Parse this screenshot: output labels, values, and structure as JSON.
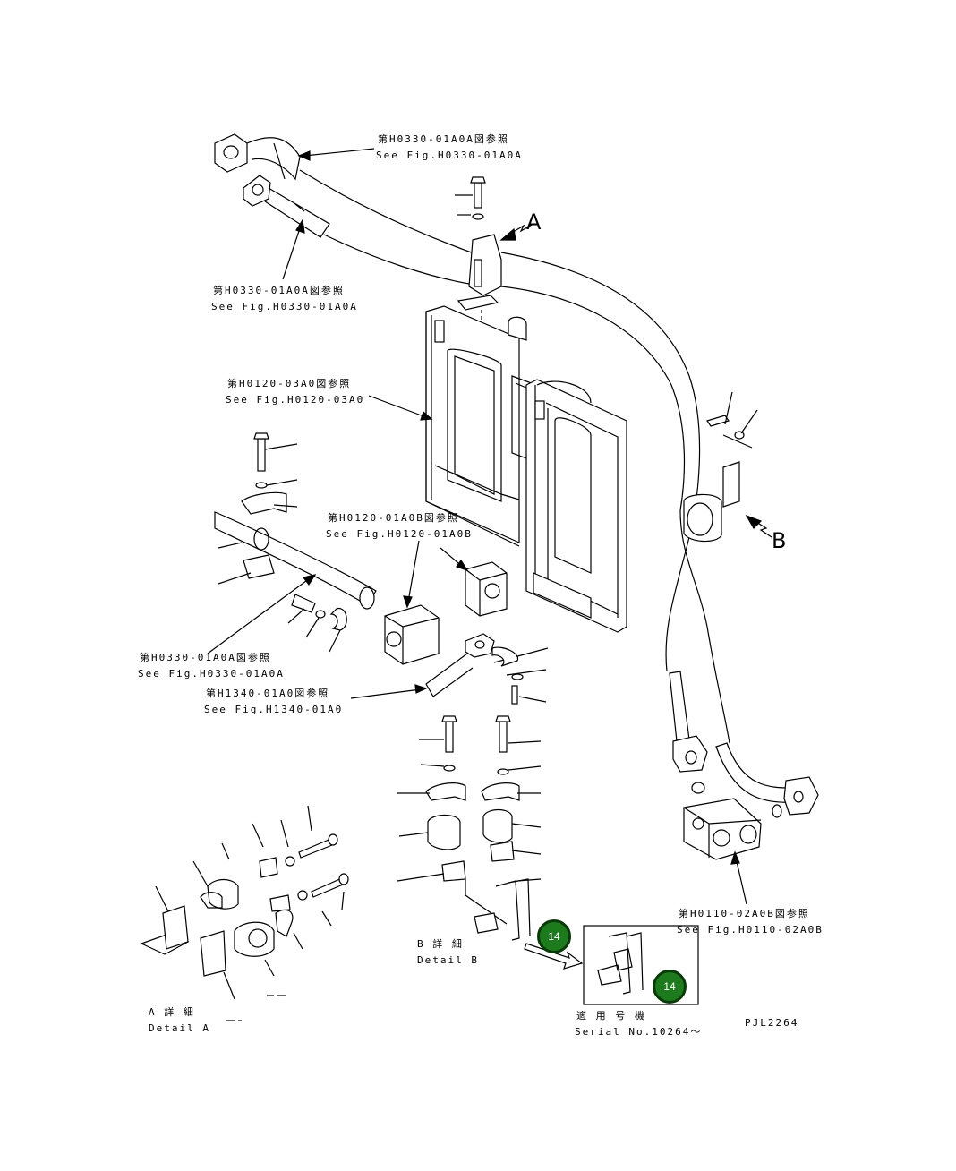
{
  "refs": {
    "top_pipe_a": {
      "jp": "第H0330-01A0A図参照",
      "en": "See Fig.H0330-01A0A"
    },
    "hose_left": {
      "jp": "第H0330-01A0A図参照",
      "en": "See Fig.H0330-01A0A"
    },
    "frame": {
      "jp": "第H0120-03A0図参照",
      "en": "See Fig.H0120-03A0"
    },
    "block": {
      "jp": "第H0120-01A0B図参照",
      "en": "See Fig.H0120-01A0B"
    },
    "pipe_lower": {
      "jp": "第H0330-01A0A図参照",
      "en": "See Fig.H0330-01A0A"
    },
    "hose_lower": {
      "jp": "第H1340-01A0図参照",
      "en": "See Fig.H1340-01A0"
    },
    "valve_right": {
      "jp": "第H0110-02A0B図参照",
      "en": "See Fig.H0110-02A0B"
    }
  },
  "view_markers": {
    "a": "A",
    "b": "B"
  },
  "details": {
    "a": {
      "jp": "A 詳 細",
      "en": "Detail A"
    },
    "b": {
      "jp": "B 詳 細",
      "en": "Detail B"
    }
  },
  "serial": {
    "jp": "適 用 号 機",
    "en": "Serial No.10264～"
  },
  "drawing_code": "PJL2264",
  "badges": {
    "detail_b": "14",
    "serial_box": "14"
  },
  "colors": {
    "badge_fill": "#1d7a1d",
    "badge_border": "#0a3a0a"
  }
}
